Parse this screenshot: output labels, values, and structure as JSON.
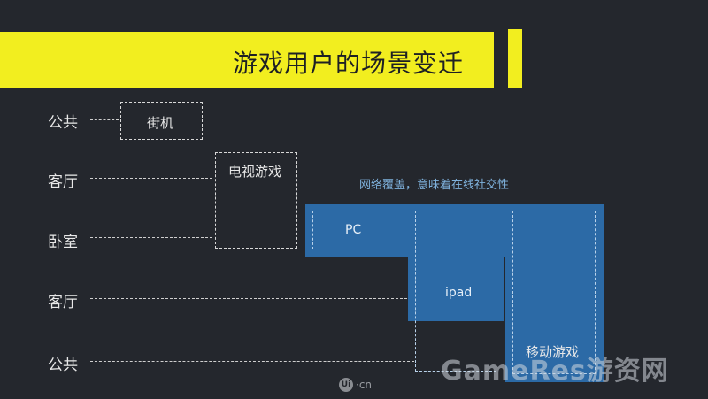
{
  "title": "游戏用户的场景变迁",
  "rows": [
    "公共",
    "客厅",
    "卧室",
    "客厅",
    "公共"
  ],
  "boxes": {
    "arcade": "街机",
    "tv_game": "电视游戏",
    "pc": "PC",
    "ipad": "ipad",
    "mobile": "移动游戏"
  },
  "coverage_note": "网络覆盖，意味着在线社交性",
  "watermark": {
    "logo_mark": "Ui",
    "logo_text": "·cn",
    "site": "GameRes游资网"
  },
  "colors": {
    "background": "#24272d",
    "accent_yellow": "#f2ee1f",
    "blue": "#2c6aa6",
    "note_blue": "#7fb2dd"
  }
}
